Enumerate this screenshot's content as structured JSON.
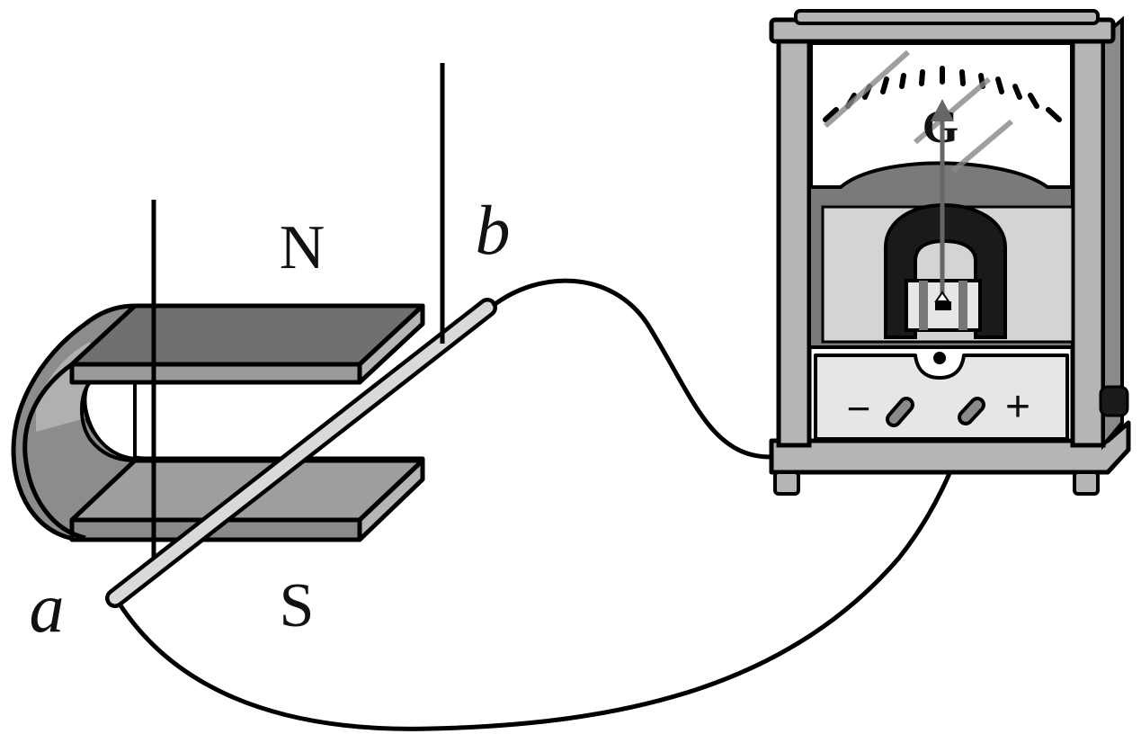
{
  "labels": {
    "north": "N",
    "south": "S",
    "end_a": "a",
    "end_b": "b",
    "meter_symbol": "G",
    "minus": "−",
    "plus": "+"
  },
  "colors": {
    "magnet_top": "#7a7a7a",
    "magnet_side": "#a8a8a8",
    "meter_case": "#b5b5b5",
    "rod": "#d9d9d9",
    "wire": "#000000"
  }
}
